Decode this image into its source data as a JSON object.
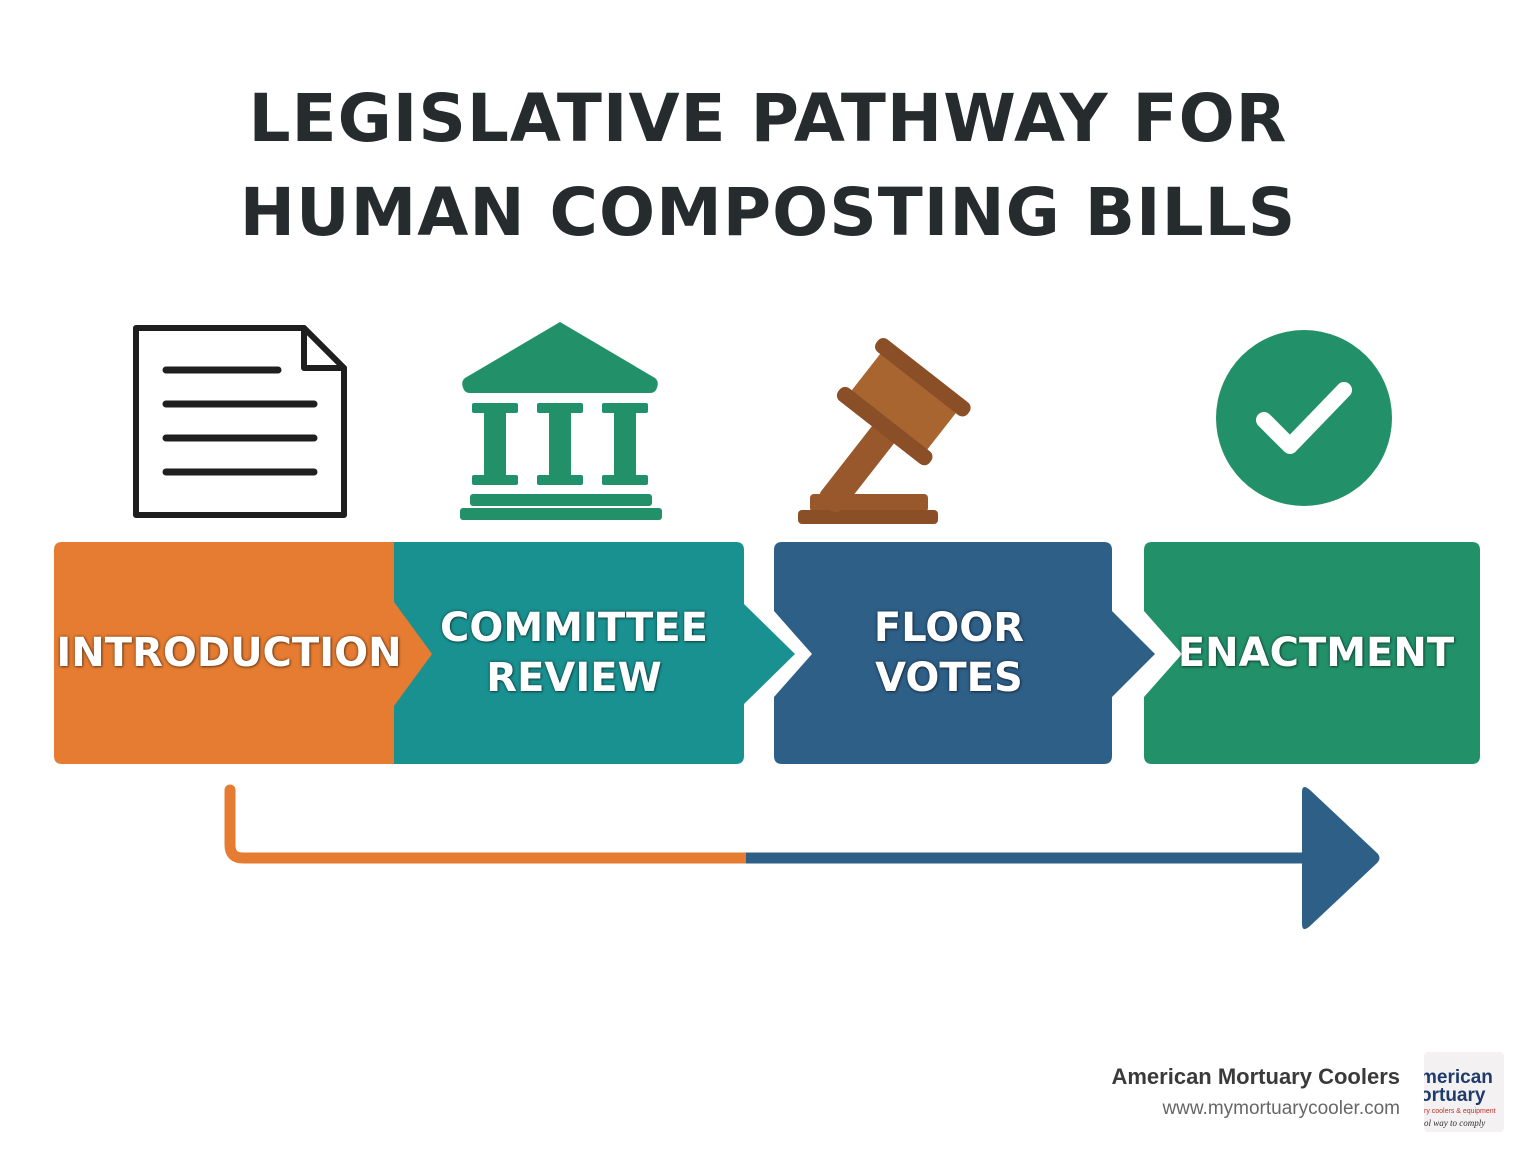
{
  "title": {
    "line1": "LEGISLATIVE PATHWAY FOR",
    "line2": "HUMAN COMPOSTING BILLS"
  },
  "steps": [
    {
      "id": "introduction",
      "label": "INTRODUCTION",
      "icon": "document-icon",
      "color": "#e67c31"
    },
    {
      "id": "committee-review",
      "label": "COMMITTEE\nREVIEW",
      "icon": "government-building-icon",
      "color": "#1a9191"
    },
    {
      "id": "floor-votes",
      "label": "FLOOR\nVOTES",
      "icon": "gavel-icon",
      "color": "#2e5f87"
    },
    {
      "id": "enactment",
      "label": "ENACTMENT",
      "icon": "checkmark-circle-icon",
      "color": "#22916a"
    }
  ],
  "colors": {
    "title": "#262b2e",
    "arrow_start": "#e67c31",
    "arrow_end": "#2e5f87",
    "icon_outline": "#1f1f1f",
    "gavel": "#98582c"
  },
  "footer": {
    "company": "American Mortuary Coolers",
    "url": "www.mymortuarycooler.com",
    "logo": {
      "line1": "merican",
      "line2": "ortuary",
      "line3": "ry coolers & equipment",
      "line4": "ol way to comply"
    }
  }
}
